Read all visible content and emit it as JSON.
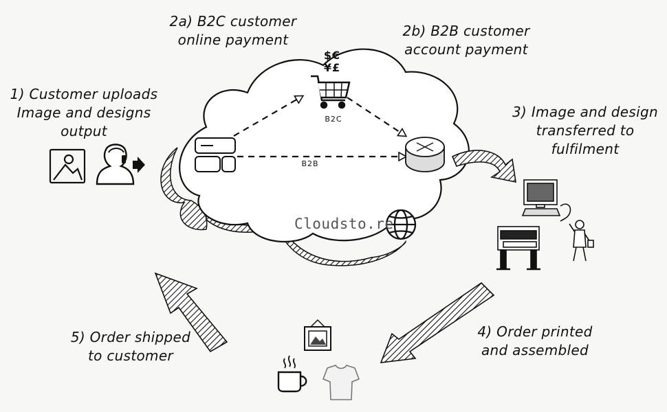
{
  "steps": {
    "upload": "1) Customer uploads\nImage and designs\noutput",
    "b2c_payment": "2a) B2C customer\nonline payment",
    "b2b_payment": "2b) B2B customer\naccount payment",
    "transfer": "3) Image and design\ntransferred to\nfulfilment",
    "printed": "4) Order printed\nand assembled",
    "shipped": "5) Order shipped\nto customer"
  },
  "cloud": {
    "brand": "Cloudsto.re",
    "b2c_label": "B2C",
    "b2b_label": "B2B",
    "currency_top": "$€",
    "currency_bottom": "¥£"
  },
  "icons": [
    "image-icon",
    "customer-upload-icon",
    "web-form-icon",
    "shopping-cart-icon",
    "router-icon",
    "globe-icon",
    "computer-icon",
    "large-format-printer-icon",
    "worker-icon",
    "framed-picture-icon",
    "mug-icon",
    "tshirt-icon"
  ],
  "colors": {
    "ink": "#111111",
    "background": "#f7f7f5",
    "brand_text": "#555555"
  }
}
